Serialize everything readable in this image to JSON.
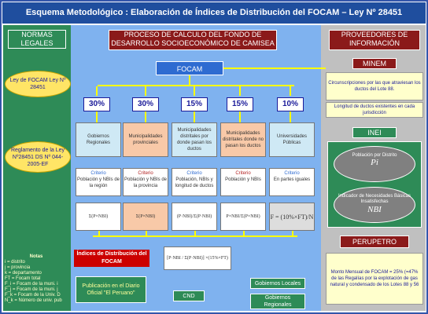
{
  "title": "Esquema Metodológico : Elaboración de Índices de Distribución del FOCAM – Ley Nº 28451",
  "left": {
    "header": "NORMAS LEGALES",
    "ley": "Ley de FOCAM Ley Nº 28451",
    "reglamento": "Reglamento de la Ley Nº28451 DS Nº 044-2005-EF",
    "notes_title": "Notas",
    "notes": [
      "i = distrito",
      "j = provincia",
      "k = departamento",
      "FT = Focam total",
      "F_i = Focam de la muni. i",
      "F_j = Focam de la muni. j",
      "F_k = Focam de la Univ. D",
      "N_k = Número de univ. pub"
    ]
  },
  "center": {
    "header": "PROCESO DE CALCULO DEL FONDO DE DESARROLLO SOCIOECONÓMICO DE CAMISEA",
    "focam": "FOCAM",
    "percentages": [
      "30%",
      "30%",
      "15%",
      "15%",
      "10%"
    ],
    "entities": [
      "Gobiernos Regionales",
      "Municipalidades provinciales",
      "Municipalidades distritales por donde pasan los ductos",
      "Municipalidades distritales donde no pasan los ductos",
      "Universidades Públicas"
    ],
    "criteria": [
      {
        "title": "Criterio",
        "text": "Población y NBIs de la región"
      },
      {
        "title": "Criterio",
        "text": "Población y NBIs de la provincia"
      },
      {
        "title": "Criterio",
        "text": "Población, NBIs y longitud de ductos"
      },
      {
        "title": "Criterio",
        "text": "Población y NBIs"
      },
      {
        "title": "Criterio",
        "text": "En partes iguales"
      }
    ],
    "formulas": [
      "Σ(P×NBI)",
      "Σ(P×NBI)",
      "(P·NBI)/Σ(P·NBI)",
      "P×NBI/Σ(P×NBI)",
      "F = (10%×FT)/N"
    ],
    "indices_label": "Índices de Distribución del FOCAM",
    "mid_formula": "[P·NBI / Σ(P·NBI)] ×(15%×FT)",
    "publicacion": "Publicación en el Diario Oficial \"El Peruano\"",
    "cnd": "CND",
    "gob_locales": "Gobiernos Locales",
    "gob_regionales": "Gobiernos Regionales"
  },
  "right": {
    "header": "PROVEEDORES DE INFORMACIÓN",
    "minem": "MINEM",
    "minem_1": "Circunscripciones por las que atraviesan los ductos del Lote 88.",
    "minem_2": "Longitud de ductos existentes en cada jurisdicción",
    "inei": "INEI",
    "inei_1": "Población por Distrito",
    "inei_1_sym": "Pi",
    "inei_2": "Indicador de Necesidades Básicas Insatisfechas",
    "inei_2_sym": "NBI",
    "perupetro": "PERUPETRO",
    "perupetro_1": "Monto Mensual de FOCAM = 25% (=47% de las Regalías por la explotación de gas natural y condensado de los Lotes 88 y 56"
  },
  "colors": {
    "title_bg": "#1f4e9e",
    "green": "#2e8b57",
    "blue": "#7fb2ef",
    "red": "#8b1a1a",
    "yellow": "#ffff00"
  }
}
